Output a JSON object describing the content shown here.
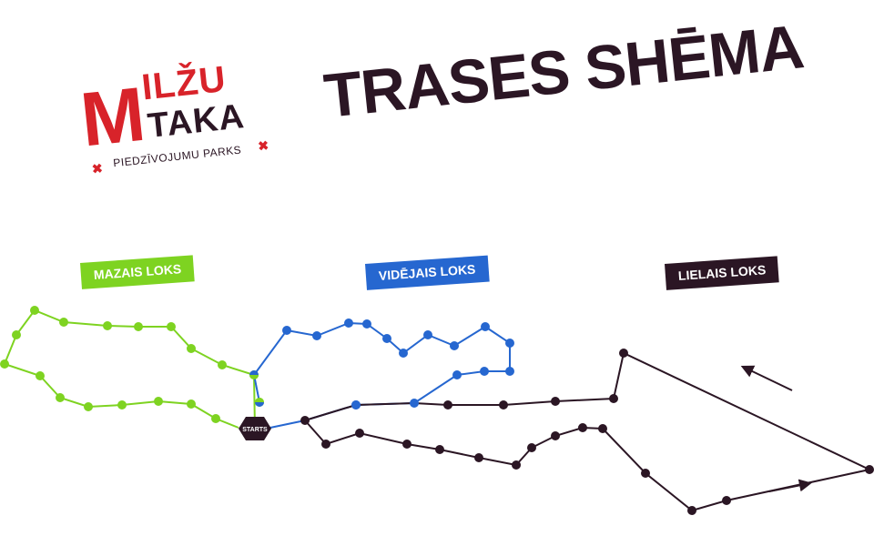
{
  "logo": {
    "big_letter": "M",
    "word1": "ILŽU",
    "word2": "TAKA",
    "subtitle": "PIEDZĪVOJUMU PARKS",
    "mark": "✖"
  },
  "title": "TRASES SHĒMA",
  "legend": {
    "small": "MAZAIS LOKS",
    "medium": "VIDĒJAIS LOKS",
    "large": "LIELAIS LOKS"
  },
  "start_label": "STARTS",
  "colors": {
    "small": "#7ed321",
    "medium": "#2667d0",
    "large": "#2b1624",
    "brand_red": "#d8232a"
  }
}
